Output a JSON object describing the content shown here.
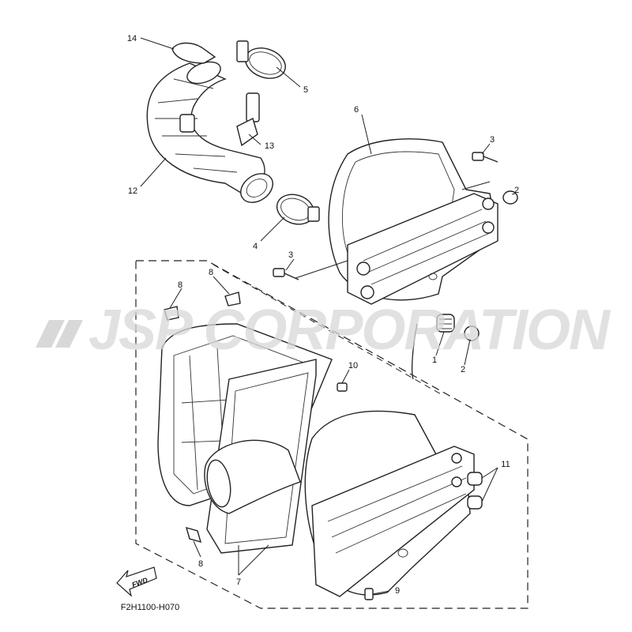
{
  "watermark": "JSP CORPORATION",
  "diagram_code": "F2H1100-H070",
  "fwd_label": "FWD",
  "callouts": [
    "14",
    "5",
    "13",
    "6",
    "3",
    "2",
    "12",
    "4",
    "3",
    "8",
    "8",
    "10",
    "1",
    "2",
    "11",
    "7",
    "8",
    "9"
  ]
}
